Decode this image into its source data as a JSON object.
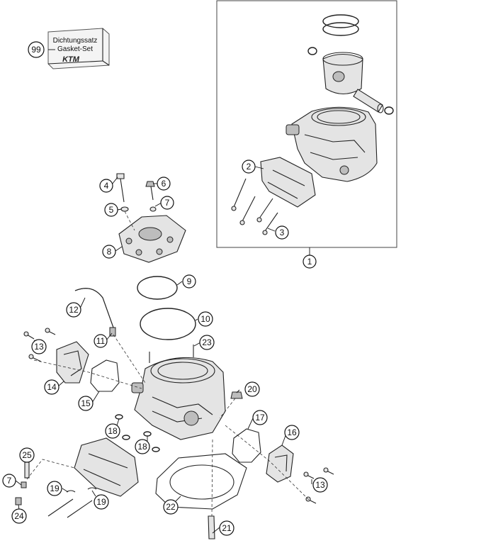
{
  "gasket_set": {
    "label_de": "Dichtungssatz",
    "label_en": "Gasket-Set",
    "logo": "KTM",
    "icon": "gasket-set-box-icon"
  },
  "callouts": [
    {
      "id": "99",
      "label": "99"
    },
    {
      "id": "1",
      "label": "1"
    },
    {
      "id": "2",
      "label": "2"
    },
    {
      "id": "3",
      "label": "3"
    },
    {
      "id": "4",
      "label": "4"
    },
    {
      "id": "5",
      "label": "5"
    },
    {
      "id": "6",
      "label": "6"
    },
    {
      "id": "7a",
      "label": "7"
    },
    {
      "id": "8",
      "label": "8"
    },
    {
      "id": "9",
      "label": "9"
    },
    {
      "id": "10",
      "label": "10"
    },
    {
      "id": "11",
      "label": "11"
    },
    {
      "id": "12",
      "label": "12"
    },
    {
      "id": "13a",
      "label": "13"
    },
    {
      "id": "14",
      "label": "14"
    },
    {
      "id": "15",
      "label": "15"
    },
    {
      "id": "16",
      "label": "16"
    },
    {
      "id": "17",
      "label": "17"
    },
    {
      "id": "18a",
      "label": "18"
    },
    {
      "id": "18b",
      "label": "18"
    },
    {
      "id": "19a",
      "label": "19"
    },
    {
      "id": "19b",
      "label": "19"
    },
    {
      "id": "20",
      "label": "20"
    },
    {
      "id": "21",
      "label": "21"
    },
    {
      "id": "22",
      "label": "22"
    },
    {
      "id": "23",
      "label": "23"
    },
    {
      "id": "24",
      "label": "24"
    },
    {
      "id": "25",
      "label": "25"
    },
    {
      "id": "7b",
      "label": "7"
    },
    {
      "id": "13b",
      "label": "13"
    }
  ]
}
